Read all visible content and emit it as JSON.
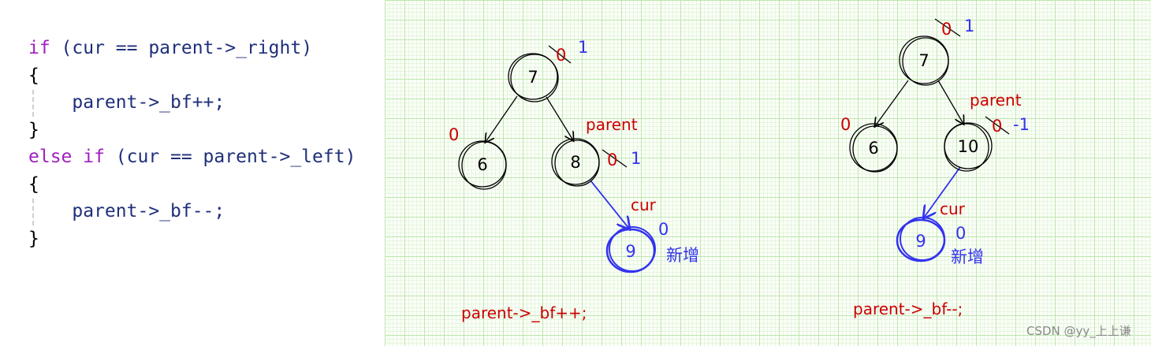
{
  "code": {
    "lines": [
      [
        "if",
        " (cur == parent->_right)"
      ],
      [
        "",
        "{"
      ],
      [
        "",
        "    parent->_bf++;"
      ],
      [
        "",
        "}"
      ],
      [
        "else if",
        " (cur == parent->_left)"
      ],
      [
        "",
        "{"
      ],
      [
        "",
        "    parent->_bf--;"
      ],
      [
        "",
        "}"
      ]
    ]
  },
  "left_tree": {
    "root": {
      "value": "7",
      "bf_old": "0",
      "bf_new": "1"
    },
    "left": {
      "value": "6",
      "bf": "0"
    },
    "right": {
      "value": "8",
      "label": "parent",
      "bf_old": "0",
      "bf_new": "1"
    },
    "new_node": {
      "value": "9",
      "label": "cur",
      "bf": "0",
      "note": "新增"
    },
    "caption": "parent->_bf++;"
  },
  "right_tree": {
    "root": {
      "value": "7",
      "bf_old": "0",
      "bf_new": "1"
    },
    "left": {
      "value": "6",
      "bf": "0"
    },
    "right": {
      "value": "10",
      "label": "parent",
      "bf_old": "0",
      "bf_new": "-1"
    },
    "new_node": {
      "value": "9",
      "label": "cur",
      "bf": "0",
      "note": "新增"
    },
    "caption": "parent->_bf--;"
  },
  "watermark": "CSDN @yy_上上谦",
  "colors": {
    "red": "#cc0000",
    "blue": "#3333ee",
    "keyword": "#a020c0",
    "identifier": "#1f2f7a",
    "grid": "#bfe5b0"
  }
}
